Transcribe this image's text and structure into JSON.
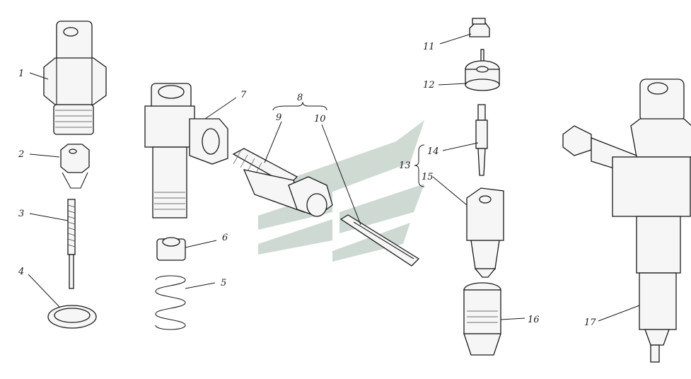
{
  "labels": {
    "p1": "1",
    "p2": "2",
    "p3": "3",
    "p4": "4",
    "p5": "5",
    "p6": "6",
    "p7": "7",
    "p8": "8",
    "p9": "9",
    "p10": "10",
    "p11": "11",
    "p12": "12",
    "p13": "13",
    "p14": "14",
    "p15": "15",
    "p16": "16",
    "p17": "17"
  },
  "icons": {
    "watermark": "stylized-wing-watermark-icon"
  },
  "colors": {
    "ink": "#1a1a1a",
    "watermark": "#9fb5a8"
  }
}
